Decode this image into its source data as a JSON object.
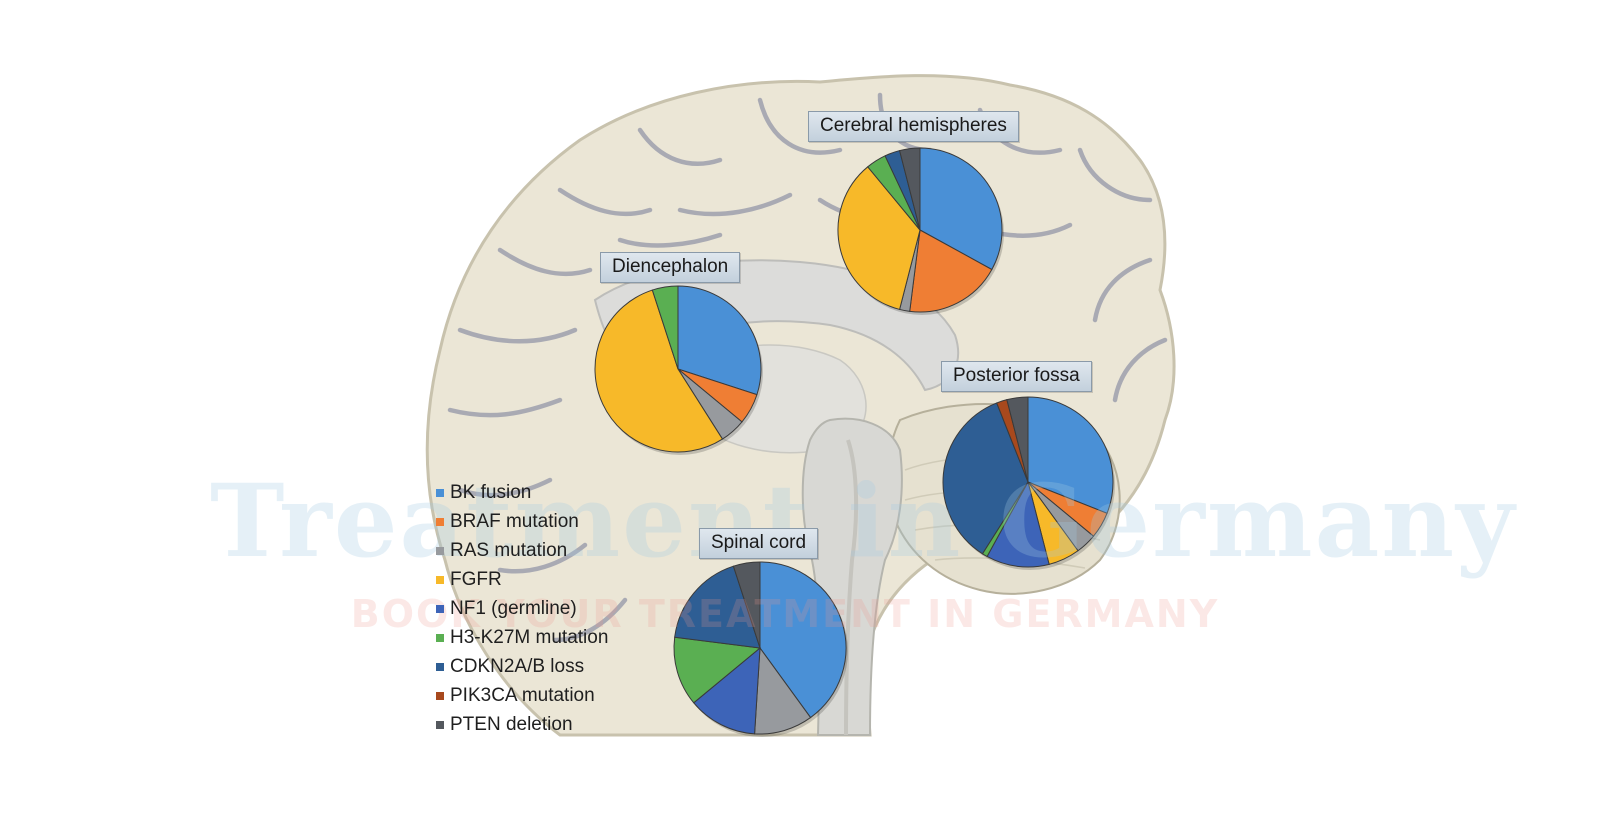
{
  "watermark": {
    "main_text": "Treatment in Germany",
    "sub_text": "BOOK YOUR TREATMENT IN GERMANY"
  },
  "colors": {
    "brain_fill": "#ebe6d6",
    "brain_outline": "#c8c2ad",
    "sulci": "#a9aab3",
    "inner_region": "#dcdcda"
  },
  "chart_data": [
    {
      "type": "pie",
      "title": "Cerebral hemispheres",
      "categories": [
        "BK fusion",
        "BRAF mutation",
        "RAS mutation",
        "FGFR",
        "NF1 (germline)",
        "H3-K27M mutation",
        "CDKN2A/B loss",
        "PIK3CA mutation",
        "PTEN deletion"
      ],
      "values": [
        33,
        19,
        2,
        35,
        0,
        4,
        3,
        0,
        4
      ]
    },
    {
      "type": "pie",
      "title": "Diencephalon",
      "categories": [
        "BK fusion",
        "BRAF mutation",
        "RAS mutation",
        "FGFR",
        "NF1 (germline)",
        "H3-K27M mutation",
        "CDKN2A/B loss",
        "PIK3CA mutation",
        "PTEN deletion"
      ],
      "values": [
        30,
        6,
        5,
        54,
        0,
        5,
        0,
        0,
        0
      ]
    },
    {
      "type": "pie",
      "title": "Posterior fossa",
      "categories": [
        "BK fusion",
        "BRAF mutation",
        "RAS mutation",
        "FGFR",
        "NF1 (germline)",
        "H3-K27M mutation",
        "CDKN2A/B loss",
        "PIK3CA mutation",
        "PTEN deletion"
      ],
      "values": [
        31,
        5,
        4,
        6,
        12,
        1,
        35,
        2,
        4
      ]
    },
    {
      "type": "pie",
      "title": "Spinal cord",
      "categories": [
        "BK fusion",
        "BRAF mutation",
        "RAS mutation",
        "FGFR",
        "NF1 (germline)",
        "H3-K27M mutation",
        "CDKN2A/B loss",
        "PIK3CA mutation",
        "PTEN deletion"
      ],
      "values": [
        40,
        0,
        11,
        0,
        13,
        13,
        18,
        0,
        5
      ]
    }
  ],
  "legend": {
    "items": [
      {
        "label": "BK fusion",
        "color": "#4a90d6"
      },
      {
        "label": "BRAF mutation",
        "color": "#ef7e34"
      },
      {
        "label": "RAS mutation",
        "color": "#979a9e"
      },
      {
        "label": "FGFR",
        "color": "#f7b929"
      },
      {
        "label": "NF1 (germline)",
        "color": "#3d64b8"
      },
      {
        "label": "H3-K27M mutation",
        "color": "#5aaf52"
      },
      {
        "label": "CDKN2A/B loss",
        "color": "#2e5e94"
      },
      {
        "label": "PIK3CA mutation",
        "color": "#a8491d"
      },
      {
        "label": "PTEN deletion",
        "color": "#54585e"
      }
    ]
  }
}
